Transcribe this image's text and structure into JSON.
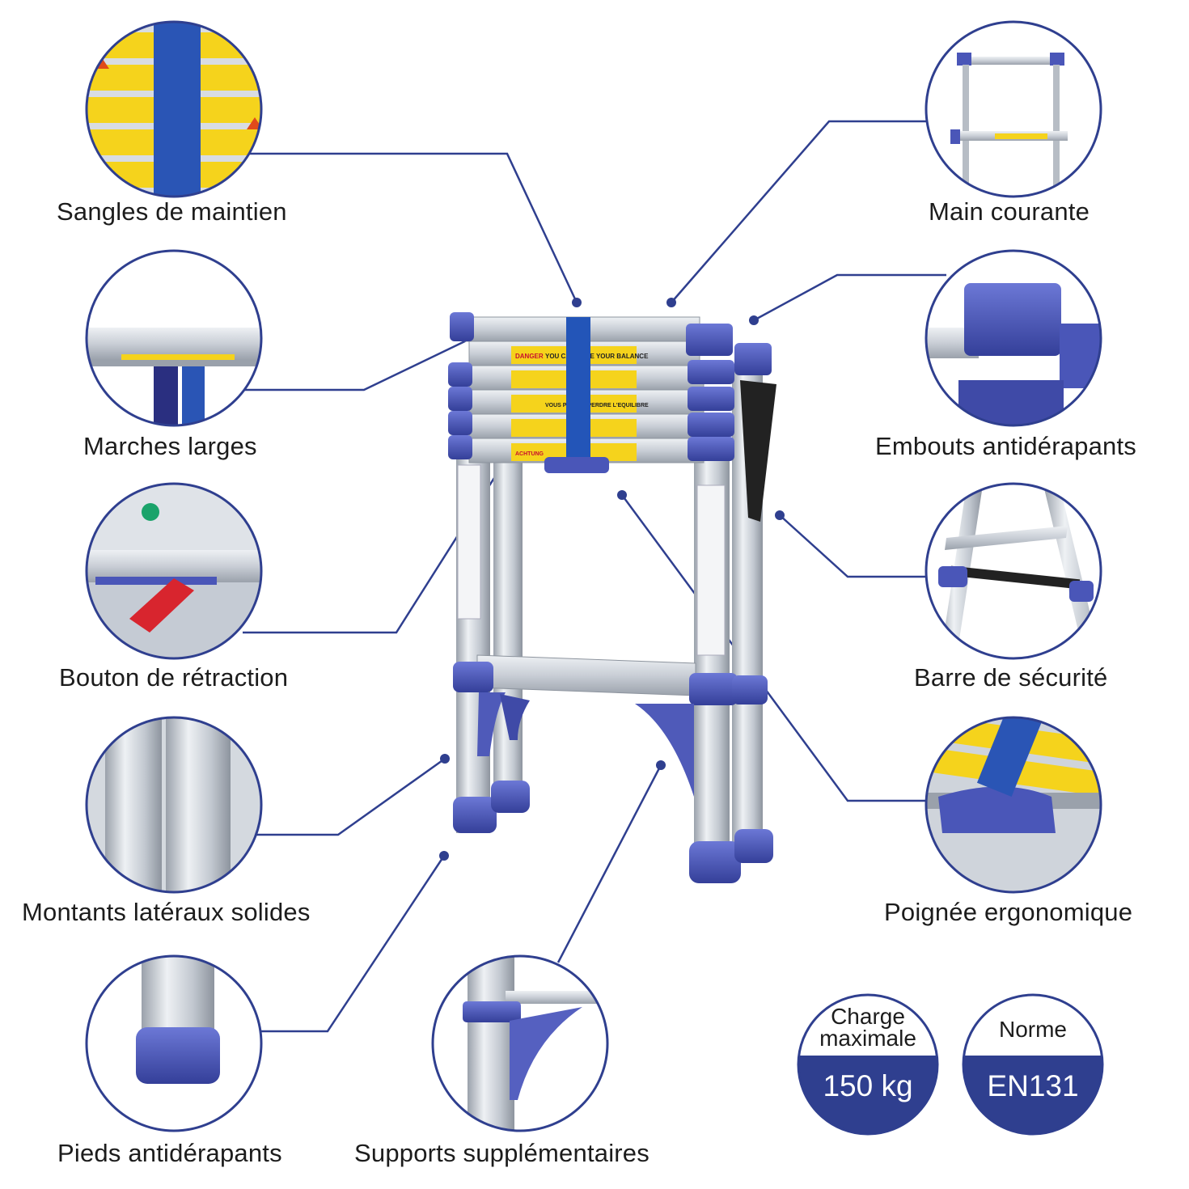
{
  "colors": {
    "accent": "#2f3f8f",
    "ladder_blue": "#4a56b8",
    "aluminium": "#c9ced6",
    "label_yellow": "#f5d31c"
  },
  "features": {
    "sangles": "Sangles de maintien",
    "marches": "Marches larges",
    "bouton": "Bouton de rétraction",
    "montants": "Montants latéraux solides",
    "pieds": "Pieds antidérapants",
    "supports": "Supports supplémentaires",
    "main_courante": "Main courante",
    "embouts": "Embouts antidérapants",
    "barre": "Barre de sécurité",
    "poignee": "Poignée ergonomique"
  },
  "ladder_text": {
    "danger": "DANGER",
    "balance_en": "YOU CAN LOSE YOUR BALANCE",
    "balance_fr": "VOUS POUVEZ PERDRE L'EQUILIBRE",
    "achtung": "ACHTUNG"
  },
  "badges": {
    "charge_line1": "Charge",
    "charge_line2": "maximale",
    "charge_value": "150 kg",
    "norme_label": "Norme",
    "norme_value": "EN131"
  }
}
